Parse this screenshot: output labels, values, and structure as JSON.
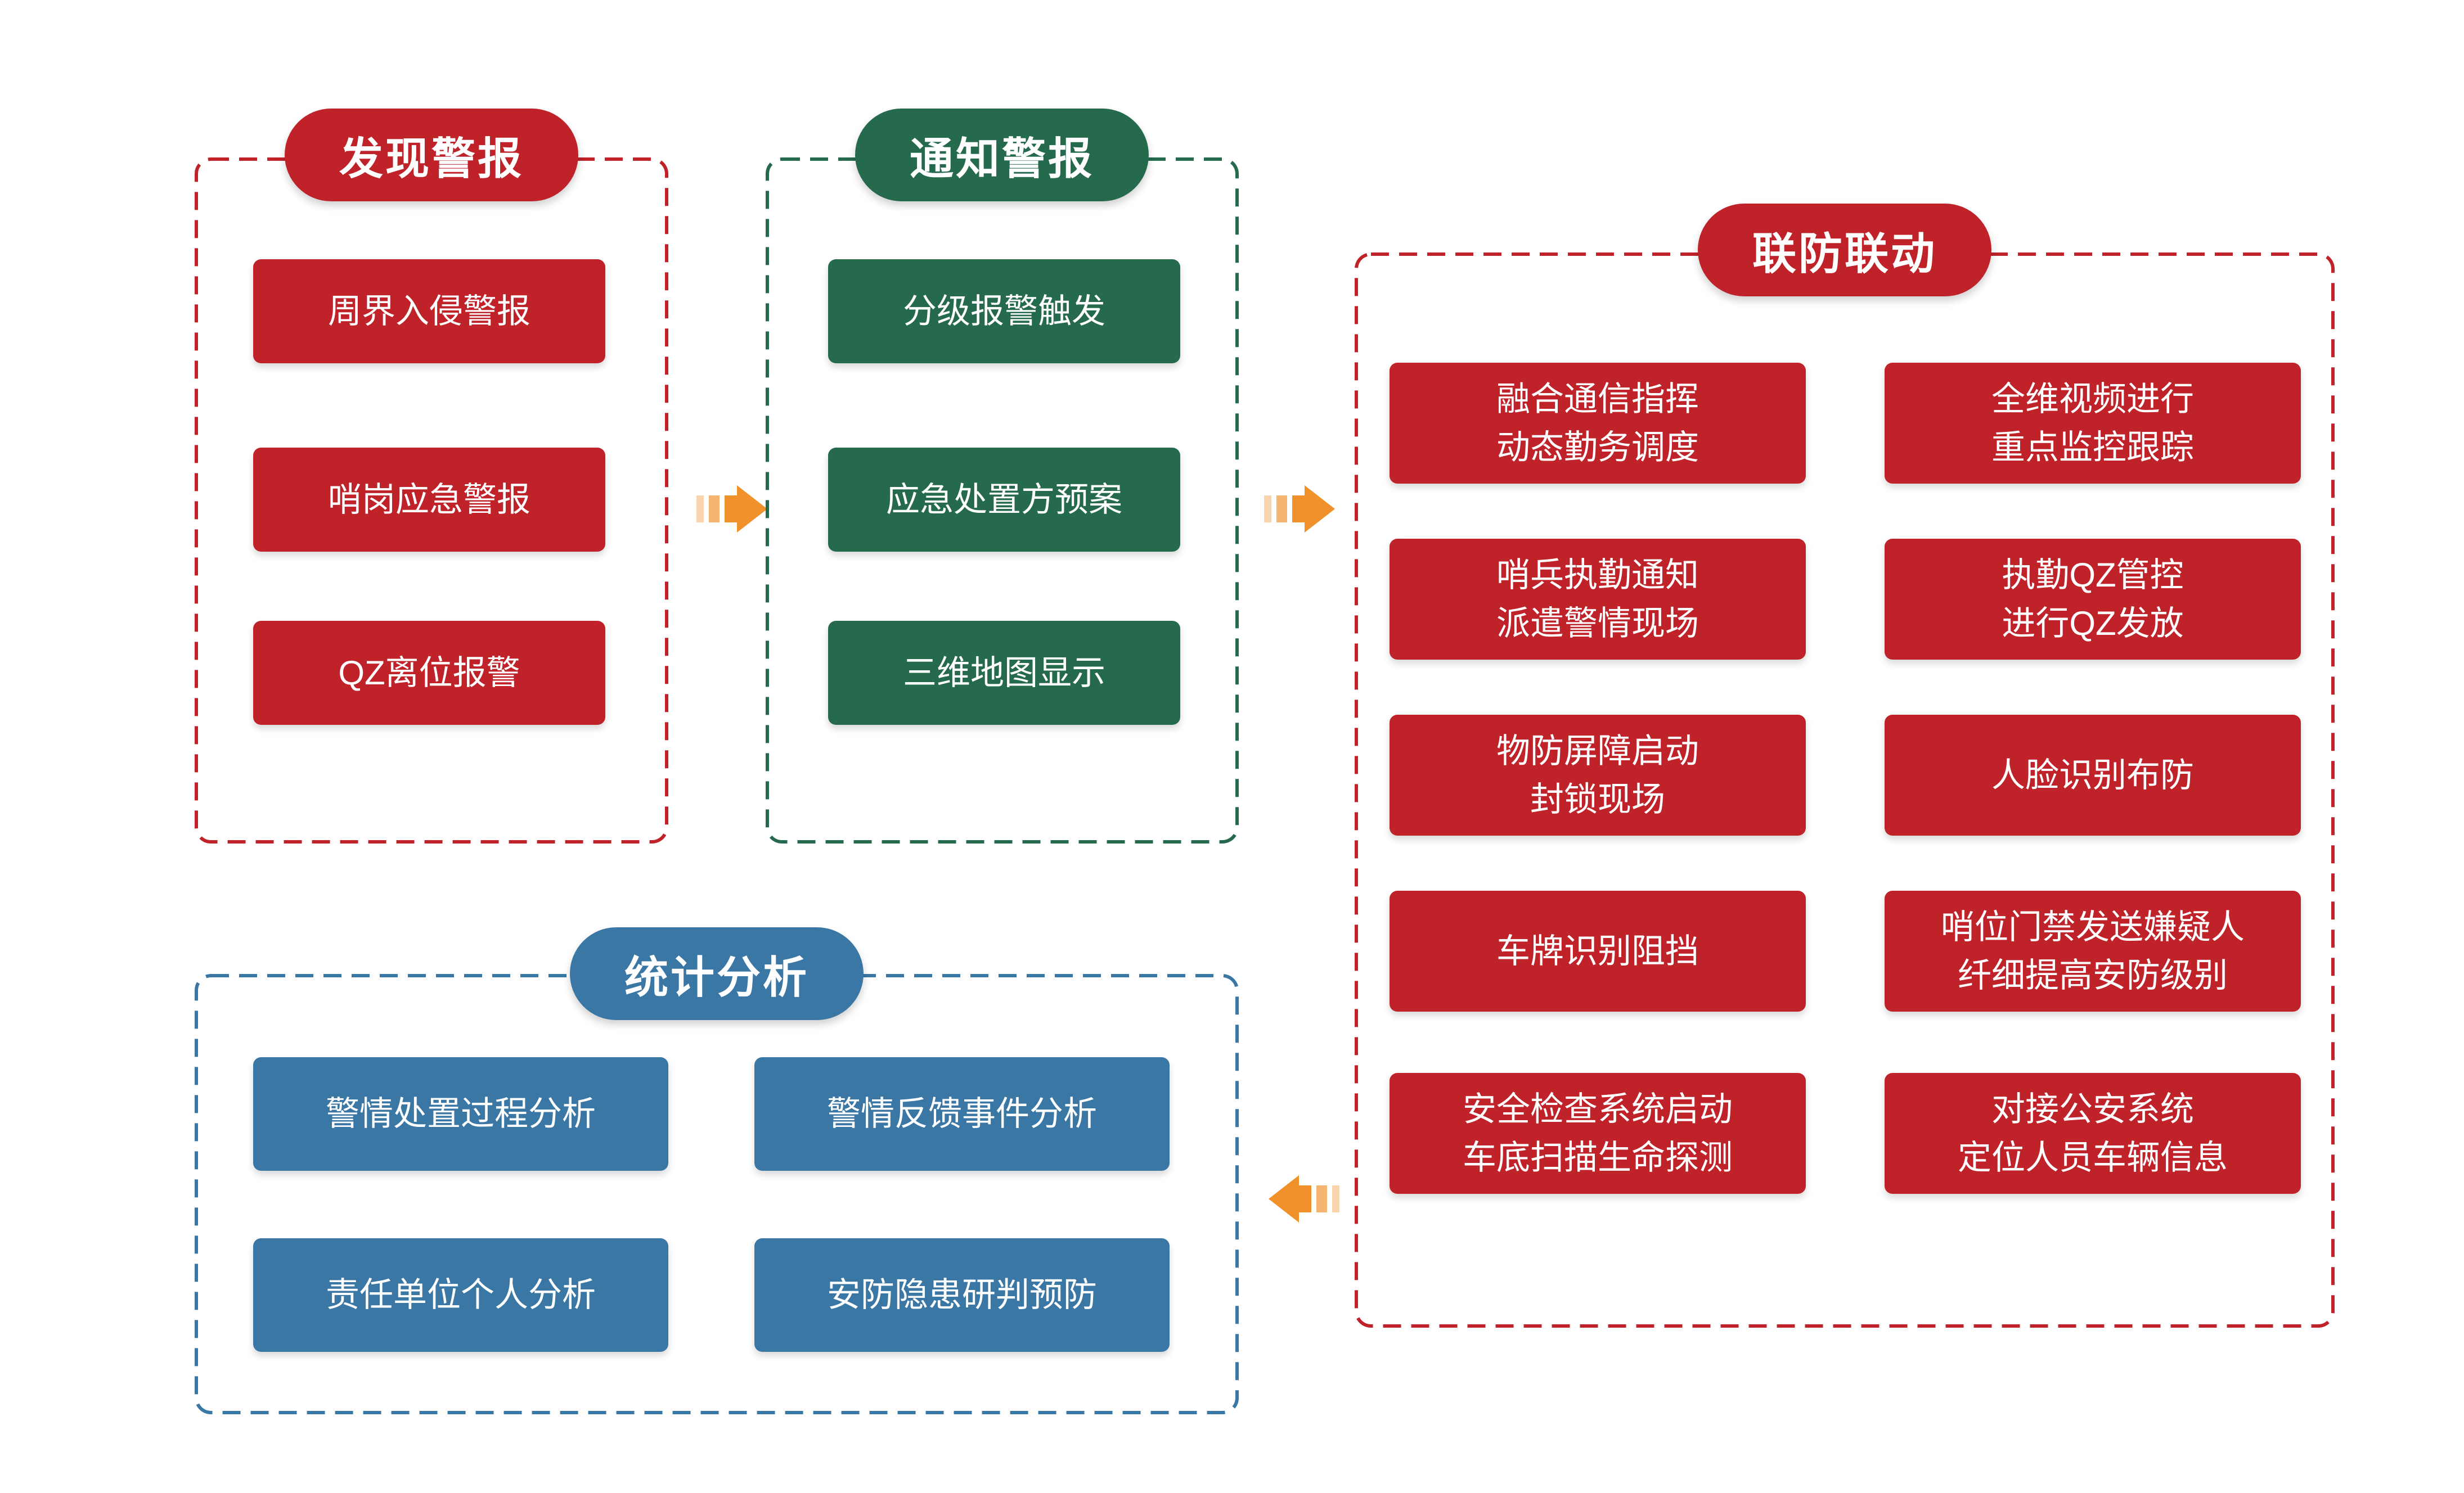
{
  "colors": {
    "red": "#BF2229",
    "green": "#266A4E",
    "blue": "#3A77A5",
    "arrow_orange": "#F0912C",
    "background": "#FFFFFF",
    "text_on_shape": "#FFFFFF"
  },
  "sections": {
    "discover": {
      "title": "发现警报",
      "items": [
        "周界入侵警报",
        "哨岗应急警报",
        "QZ离位报警"
      ]
    },
    "notify": {
      "title": "通知警报",
      "items": [
        "分级报警触发",
        "应急处置方预案",
        "三维地图显示"
      ]
    },
    "joint": {
      "title": "联防联动",
      "left": [
        [
          "融合通信指挥",
          "动态勤务调度"
        ],
        [
          "哨兵执勤通知",
          "派遣警情现场"
        ],
        [
          "物防屏障启动",
          "封锁现场"
        ],
        [
          "车牌识别阻挡"
        ],
        [
          "安全检查系统启动",
          "车底扫描生命探测"
        ]
      ],
      "right": [
        [
          "全维视频进行",
          "重点监控跟踪"
        ],
        [
          "执勤QZ管控",
          "进行QZ发放"
        ],
        [
          "人脸识别布防"
        ],
        [
          "哨位门禁发送嫌疑人",
          "纤细提高安防级别"
        ],
        [
          "对接公安系统",
          "定位人员车辆信息"
        ]
      ]
    },
    "stats": {
      "title": "统计分析",
      "items": [
        "警情处置过程分析",
        "警情反馈事件分析",
        "责任单位个人分析",
        "安防隐患研判预防"
      ]
    }
  },
  "icons": {
    "arrow_right": "striped-right-arrow",
    "arrow_left": "striped-left-arrow"
  }
}
